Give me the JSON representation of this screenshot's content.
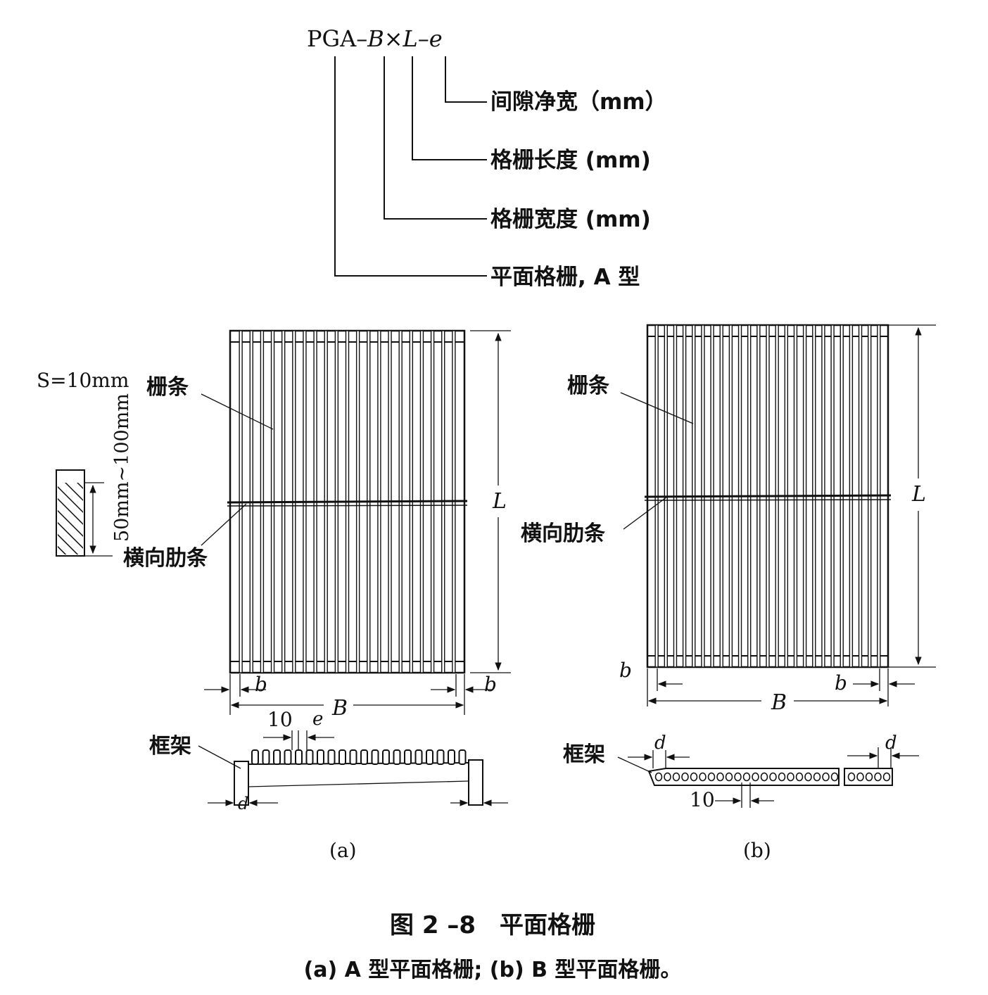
{
  "code": {
    "prefix": "PGA–",
    "B": "B",
    "times": "×",
    "L": "L",
    "dash": "–",
    "e": "e"
  },
  "code_labels": [
    "间隙净宽（mm）",
    "格栅长度 (mm)",
    "格栅宽度 (mm)",
    "平面格栅, A 型"
  ],
  "section": {
    "spacing": "S=10mm",
    "depth": "50mm~100mm"
  },
  "panel_a": {
    "bar_label": "栅条",
    "rib_label": "横向肋条",
    "length_symbol": "L",
    "width_symbol": "B",
    "margin_symbol_left": "b",
    "margin_symbol_right": "b",
    "pitch": "10",
    "gap_symbol": "e",
    "frame_label": "框架",
    "frame_symbol": "d",
    "caption": "(a)"
  },
  "panel_b": {
    "bar_label": "栅条",
    "rib_label": "横向肋条",
    "length_symbol": "L",
    "width_symbol": "B",
    "margin_symbol_left": "b",
    "margin_symbol_right": "b",
    "pitch": "10",
    "frame_label": "框架",
    "frame_symbol_left": "d",
    "frame_symbol_right": "d",
    "caption": "(b)"
  },
  "figure": {
    "title": "图 2 –8　平面格栅",
    "subtitle": "(a) A 型平面格栅; (b) B 型平面格栅。"
  }
}
